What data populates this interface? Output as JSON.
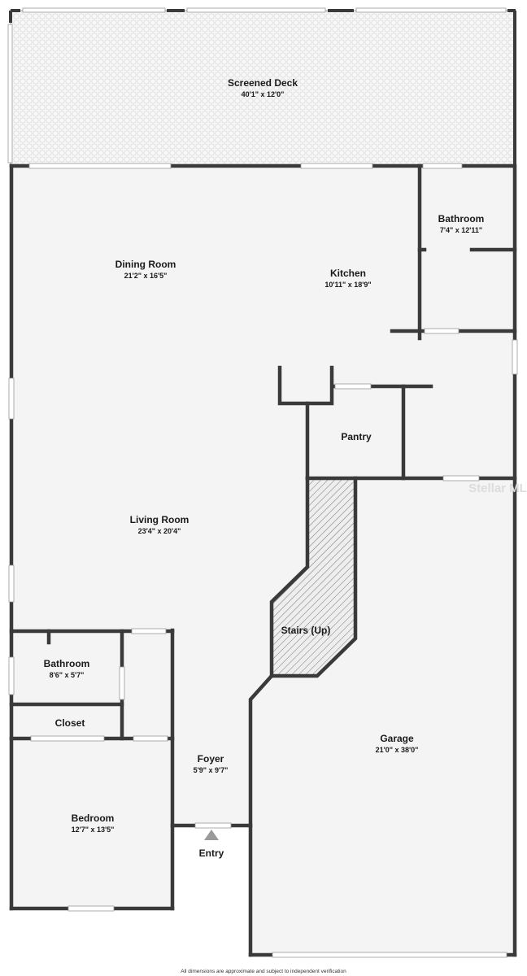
{
  "rooms": {
    "screened_deck": {
      "name": "Screened Deck",
      "dims": "40'1\" x 12'0\""
    },
    "dining_room": {
      "name": "Dining Room",
      "dims": "21'2\" x 16'5\""
    },
    "kitchen": {
      "name": "Kitchen",
      "dims": "10'11\" x 18'9\""
    },
    "bathroom_upper": {
      "name": "Bathroom",
      "dims": "7'4\" x 12'11\""
    },
    "pantry": {
      "name": "Pantry"
    },
    "living_room": {
      "name": "Living Room",
      "dims": "23'4\" x 20'4\""
    },
    "stairs": {
      "name": "Stairs (Up)"
    },
    "bathroom_lower": {
      "name": "Bathroom",
      "dims": "8'6\" x 5'7\""
    },
    "closet": {
      "name": "Closet"
    },
    "garage": {
      "name": "Garage",
      "dims": "21'0\" x 38'0\""
    },
    "foyer": {
      "name": "Foyer",
      "dims": "5'9\" x 9'7\""
    },
    "bedroom": {
      "name": "Bedroom",
      "dims": "12'7\" x 13'5\""
    }
  },
  "entry": {
    "label": "Entry",
    "icon": "entry-arrow-icon"
  },
  "watermark": "Stellar MLS",
  "footer_note": "All dimensions are approximate and subject to independent verification",
  "colors": {
    "wall": "#3a3a3a",
    "floor": "#f4f4f4",
    "deck": "#f7f7f7",
    "window": "#ffffff"
  }
}
